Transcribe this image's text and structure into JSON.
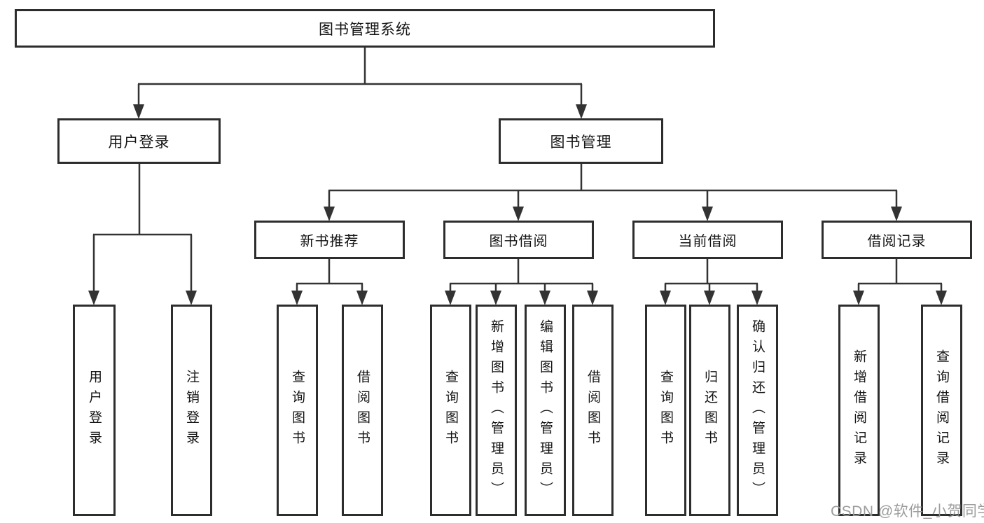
{
  "diagram": {
    "root": "图书管理系统",
    "level2": [
      "用户登录",
      "图书管理"
    ],
    "level3": [
      "新书推荐",
      "图书借阅",
      "当前借阅",
      "借阅记录"
    ],
    "leaves": [
      "用户登录",
      "注销登录",
      "查询图书",
      "借阅图书",
      "查询图书",
      "新增图书（管理员）",
      "编辑图书（管理员）",
      "借阅图书",
      "查询图书",
      "归还图书",
      "确认归还（管理员）",
      "新增借阅记录",
      "查询借阅记录"
    ],
    "tree": {
      "label": "图书管理系统",
      "children": [
        {
          "label": "用户登录",
          "children": [
            {
              "label": "用户登录"
            },
            {
              "label": "注销登录"
            }
          ]
        },
        {
          "label": "图书管理",
          "children": [
            {
              "label": "新书推荐",
              "children": [
                {
                  "label": "查询图书"
                },
                {
                  "label": "借阅图书"
                }
              ]
            },
            {
              "label": "图书借阅",
              "children": [
                {
                  "label": "查询图书"
                },
                {
                  "label": "新增图书（管理员）"
                },
                {
                  "label": "编辑图书（管理员）"
                },
                {
                  "label": "借阅图书"
                }
              ]
            },
            {
              "label": "当前借阅",
              "children": [
                {
                  "label": "查询图书"
                },
                {
                  "label": "归还图书"
                },
                {
                  "label": "确认归还（管理员）"
                }
              ]
            },
            {
              "label": "借阅记录",
              "children": [
                {
                  "label": "新增借阅记录"
                },
                {
                  "label": "查询借阅记录"
                }
              ]
            }
          ]
        }
      ]
    }
  },
  "watermark": "CSDN @软件_小贺同学",
  "colors": {
    "line": "#333333",
    "box_border": "#2d2d2d",
    "text": "#141414",
    "watermark": "#989898",
    "background": "#ffffff"
  }
}
